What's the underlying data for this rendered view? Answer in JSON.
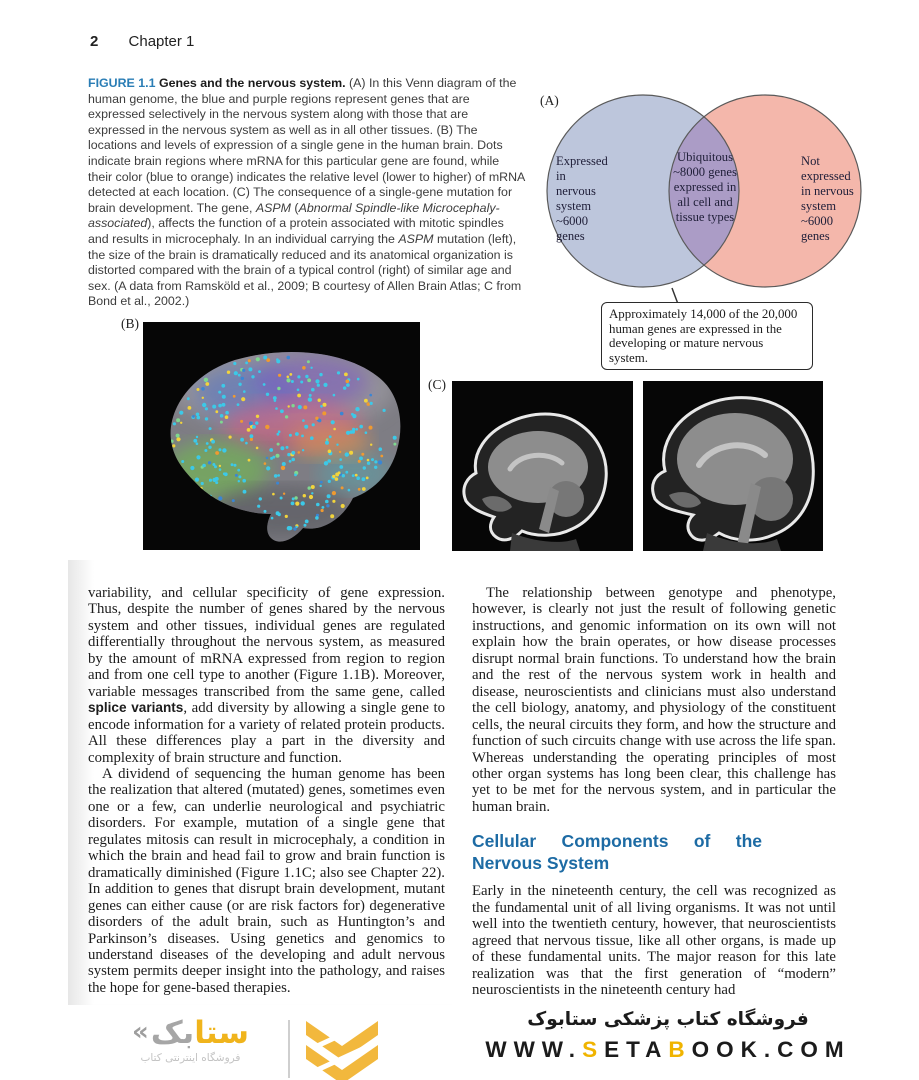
{
  "page": {
    "number": "2",
    "chapter": "Chapter 1"
  },
  "figure": {
    "label": "FIGURE 1.1",
    "title": "Genes and the nervous system.",
    "caption_segments": [
      {
        "t": " (A) In this Venn diagram of the human genome, the blue and purple regions represent genes that are expressed selectively in the nervous system along with those that are expressed in the nervous system as well as in all other tissues. (B) The locations and levels of expression of a single gene in the human brain. Dots indicate brain regions where mRNA for this particular gene are found, while their color (blue to orange) indicates the relative level (lower to higher) of mRNA detected at each location. (C) The consequence of a single-gene mutation for brain development. The gene, "
      },
      {
        "t": "ASPM",
        "i": true
      },
      {
        "t": " ("
      },
      {
        "t": "Abnormal Spindle-like Microcephaly-associated",
        "i": true
      },
      {
        "t": "), affects the function of a protein associated with mitotic spindles and results in microcephaly. In an individual carrying the "
      },
      {
        "t": "ASPM",
        "i": true
      },
      {
        "t": " mutation (left), the size of the brain is dramatically reduced and its anatomical organization is distorted compared with the brain of a typical control (right) of similar age and sex. (A data from Ramsköld et al., 2009; B courtesy of Allen Brain Atlas; C from Bond et al., 2002.)"
      }
    ]
  },
  "venn": {
    "panel_label": "(A)",
    "left_region": "Expressed\nin\nnervous\nsystem\n~6000\ngenes",
    "center_region": "Ubiquitous\n~8000 genes\nexpressed in\nall cell and\ntissue types",
    "right_region": "Not\nexpressed\nin nervous\nsystem\n~6000\ngenes",
    "callout": "Approximately 14,000 of the 20,000 human genes are expressed in the developing or mature nervous system.",
    "colors": {
      "left": "#bdc6dc",
      "right": "#f4b7ab",
      "overlap": "#ab9cc6",
      "outline": "#5a5a5a"
    }
  },
  "panel_b": {
    "label": "(B)",
    "dot_colors": [
      "#3cc9e8",
      "#f2d43c",
      "#f09a30",
      "#7fd88f",
      "#3a86d4"
    ]
  },
  "panel_c": {
    "label": "(C)"
  },
  "body": {
    "left_col": {
      "para1_segments": [
        {
          "t": "variability, and cellular specificity of gene expression. Thus, despite the number of genes shared by the nervous system and other tissues, individual genes are regulated differentially throughout the nervous system, as measured by the amount of mRNA expressed from region to region and from one cell type to another (Figure 1.1B). Moreover, variable messages transcribed from the same gene, called "
        },
        {
          "t": "splice variants",
          "b": true
        },
        {
          "t": ", add diversity by allowing a single gene to encode information for a variety of related protein products. All these differences play a part in the diversity and complexity of brain structure and function."
        }
      ],
      "para2": "A dividend of sequencing the human genome has been the realization that altered (mutated) genes, sometimes even one or a few, can underlie neurological and psychiatric disorders. For example, mutation of a single gene that regulates mitosis can result in microcephaly, a condition in which the brain and head fail to grow and brain function is dramatically diminished (Figure 1.1C; also see Chapter 22). In addition to genes that disrupt brain development, mutant genes can either cause (or are risk factors for) degenerative disorders of the adult brain, such as Huntington’s and Parkinson’s diseases. Using genetics and genomics to understand diseases of the developing and adult nervous system permits deeper insight into the pathology, and raises the hope for gene-based therapies."
    },
    "right_col": {
      "para1": "The relationship between genotype and phenotype, however, is clearly not just the result of following genetic instructions, and genomic information on its own will not explain how the brain operates, or how disease processes disrupt normal brain functions. To understand how the brain and the rest of the nervous system work in health and disease, neuroscientists and clinicians must also understand the cell biology, anatomy, and physiology of the constituent cells, the neural circuits they form, and how the structure and function of such circuits change with use across the life span. Whereas understanding the operating principles of most other organ systems has long been clear, this challenge has yet to be met for the nervous system, and in particular the human brain.",
      "heading": "Cellular Components of the Nervous System",
      "para2": "Early in the nineteenth century, the cell was recognized as the fundamental unit of all living organisms. It was not until well into the twentieth century, however, that neuroscientists agreed that nervous tissue, like all other organs, is made up of these fundamental units. The major reason for this late realization was that the first generation of “modern” neuroscientists in the nineteenth century had"
    }
  },
  "footer": {
    "logo_guillemet": "«",
    "logo_yellow": "ستا",
    "logo_gray": "بک",
    "logo_subtitle": "فروشگاه اینترنتی کتاب",
    "tagline": "فروشگاه کتاب پزشکی ستابوک",
    "url_segments": [
      {
        "t": "WWW."
      },
      {
        "t": "S",
        "accent": true
      },
      {
        "t": "ETA"
      },
      {
        "t": "B",
        "accent": true
      },
      {
        "t": "OOK.COM"
      }
    ],
    "accent_color": "#f0b400"
  }
}
